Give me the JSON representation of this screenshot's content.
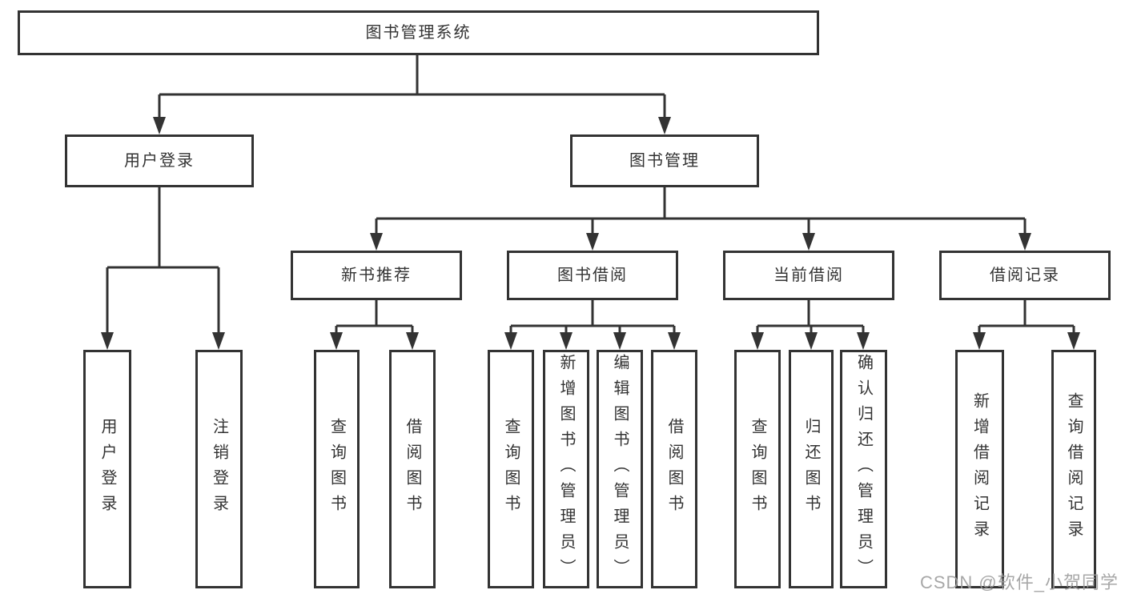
{
  "diagram": {
    "title_node": {
      "label": "图书管理系统"
    },
    "level2": [
      {
        "label": "用户登录"
      },
      {
        "label": "图书管理"
      }
    ],
    "level3": [
      {
        "label": "新书推荐"
      },
      {
        "label": "图书借阅"
      },
      {
        "label": "当前借阅"
      },
      {
        "label": "借阅记录"
      }
    ],
    "leaves": [
      {
        "label": "用户登录"
      },
      {
        "label": "注销登录"
      },
      {
        "label": "查询图书"
      },
      {
        "label": "借阅图书"
      },
      {
        "label": "查询图书"
      },
      {
        "label": "新增图书（管理员）"
      },
      {
        "label": "编辑图书（管理员）"
      },
      {
        "label": "借阅图书"
      },
      {
        "label": "查询图书"
      },
      {
        "label": "归还图书"
      },
      {
        "label": "确认归还（管理员）"
      },
      {
        "label": "新增借阅记录"
      },
      {
        "label": "查询借阅记录"
      }
    ]
  },
  "watermark": {
    "text": "CSDN @软件_小贺同学"
  },
  "colors": {
    "line": "#333333",
    "box_border": "#333333",
    "text": "#333333",
    "background": "#ffffff",
    "watermark": "#9e9e9e"
  }
}
